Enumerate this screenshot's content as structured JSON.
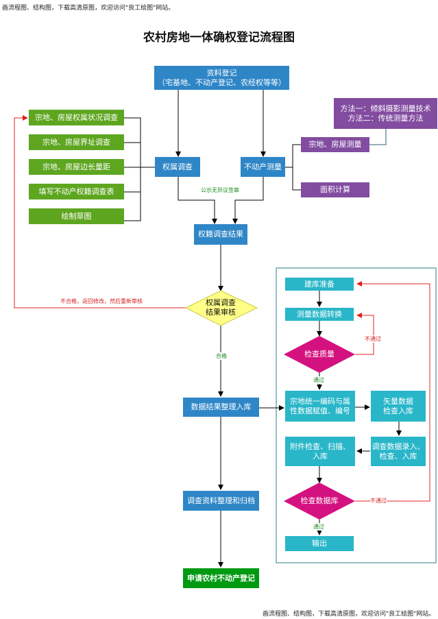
{
  "header_note": "画流程图、结构图，下载高清原图，欢迎访问\"良工绘图\"网站。",
  "footer_note": "画流程图、结构图，下载高清原图，欢迎访问\"良工绘图\"网站。",
  "title": "农村房地一体确权登记流程图",
  "nodes": {
    "data_register": "资料登记\n（宅基地、不动产登记、农经权等等）",
    "ownership_survey": "权属调查",
    "property_survey": "不动产测量",
    "survey_items": [
      "宗地、房屋权属状况调查",
      "宗地、房屋界址调查",
      "宗地、房屋边长量距",
      "填写不动产权籍调查表",
      "绘制草图"
    ],
    "methods": "方法一：倾斜摄影测量技术\n方法二：传统测量方法",
    "land_house_measure": "宗地、房屋测量",
    "area_calc": "面积计算",
    "cadastral_result": "权籍调查结果",
    "review": "权属调查\n结果审核",
    "db_import": "数据结果整理入库",
    "archive": "调查资料整理和归档",
    "apply": "申请农村不动产登记",
    "db_prep": "建库准备",
    "data_convert": "测量数据转换",
    "quality_check": "检查质量",
    "unified_code": "宗地统一编码与属\n性数据赋值、编号",
    "vector_check": "矢量数据\n检查入库",
    "attach_check": "附件检查、扫描、\n入库",
    "survey_entry": "调查数据录入、\n检查、入库",
    "db_check": "检查数据库",
    "output": "输出"
  },
  "labels": {
    "publicity": "公示无异议签章",
    "fail_return": "不合格，返回修改，然后重新审核",
    "pass": "合格",
    "quality_fail": "不通过",
    "quality_pass": "通过",
    "db_fail": "不通过",
    "db_pass": "通过"
  },
  "colors": {
    "blue": "#2e86c7",
    "green": "#5ea620",
    "purple": "#824ca0",
    "teal": "#29b6c9",
    "magenta": "#d4127f",
    "diamond_yellow": "#ffff88",
    "final_green": "#009a12",
    "feedback_red": "#e02020"
  }
}
